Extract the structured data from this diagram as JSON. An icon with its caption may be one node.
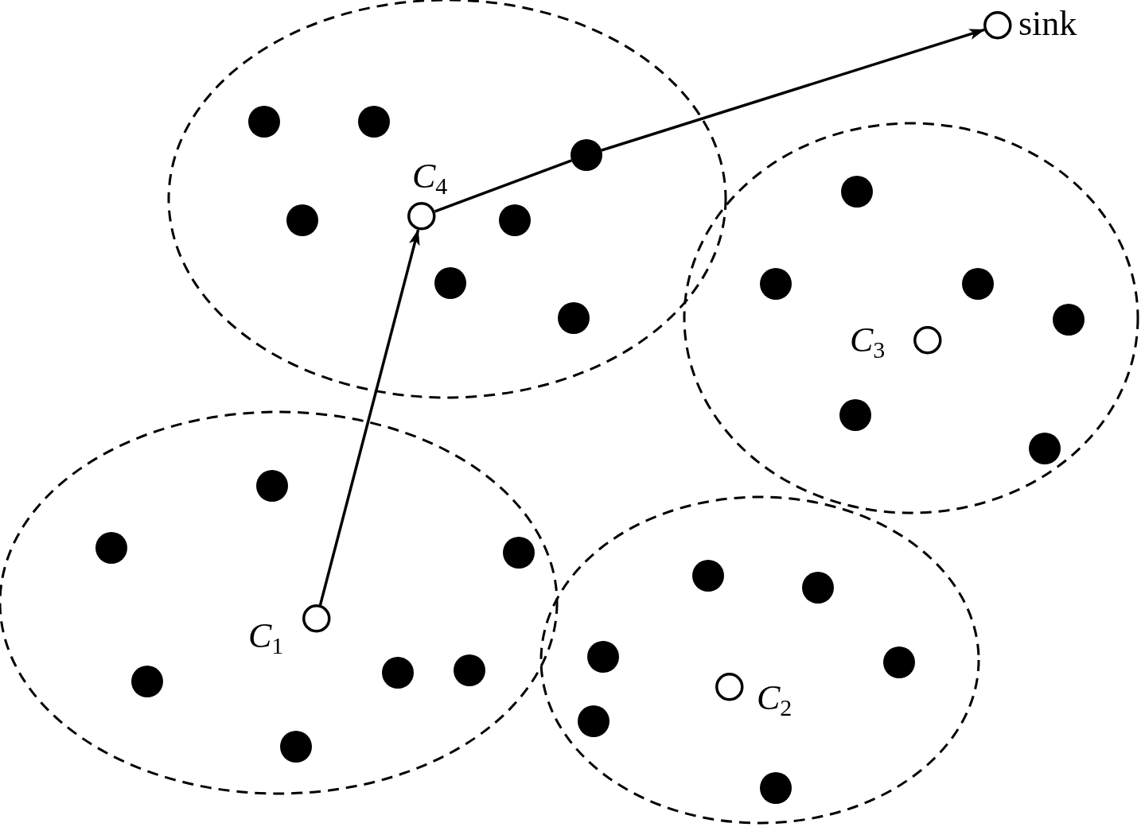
{
  "diagram": {
    "nodes": [
      {
        "text": [],
        "shape": "circle",
        "beside": [
          "sink"
        ]
      },
      {
        "text": [],
        "shape": "dot"
      },
      {
        "text": [],
        "shape": "dot"
      },
      {
        "text": [],
        "shape": "dot"
      },
      {
        "text": [],
        "shape": "dot"
      },
      {
        "text": [],
        "shape": "circle",
        "beside": [
          "*C*$_{4}$"
        ]
      },
      {
        "text": [],
        "shape": "dot"
      },
      {
        "text": [],
        "shape": "dot"
      },
      {
        "text": [],
        "shape": "dot"
      },
      {
        "text": [],
        "shape": "dot"
      },
      {
        "text": [],
        "shape": "dot"
      },
      {
        "text": [],
        "shape": "dot"
      },
      {
        "text": [],
        "shape": "dot"
      },
      {
        "text": [],
        "shape": "circle",
        "beside": [
          "*C*$_{3}$"
        ]
      },
      {
        "text": [],
        "shape": "dot"
      },
      {
        "text": [],
        "shape": "dot"
      },
      {
        "text": [],
        "shape": "dot"
      },
      {
        "text": [],
        "shape": "dot"
      },
      {
        "text": [],
        "shape": "dot"
      },
      {
        "text": [],
        "shape": "dot"
      },
      {
        "text": [],
        "shape": "dot"
      },
      {
        "text": [],
        "shape": "circle",
        "beside": [
          "*C*$_{1}$"
        ]
      },
      {
        "text": [],
        "shape": "dot"
      },
      {
        "text": [],
        "shape": "dot"
      },
      {
        "text": [],
        "shape": "dot"
      },
      {
        "text": [],
        "shape": "dot"
      },
      {
        "text": [],
        "shape": "dot"
      },
      {
        "text": [],
        "shape": "circle",
        "beside": [
          "*C*$_{2}$"
        ]
      },
      {
        "text": [],
        "shape": "dot"
      },
      {
        "text": [],
        "shape": "dot"
      },
      {
        "text": [],
        "shape": "dot"
      }
    ],
    "edges": [
      {
        "from": 21,
        "to": 5,
        "arrow": "to"
      },
      {
        "from": 5,
        "to": 3,
        "arrow": "none"
      },
      {
        "from": 3,
        "to": 0,
        "arrow": "to"
      }
    ]
  }
}
